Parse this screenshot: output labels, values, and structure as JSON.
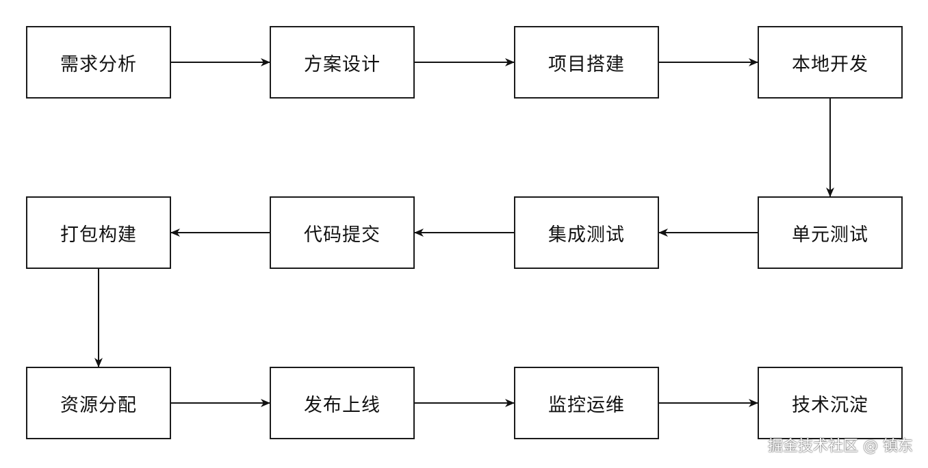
{
  "diagram": {
    "nodes": [
      {
        "id": "req",
        "label": "需求分析"
      },
      {
        "id": "design",
        "label": "方案设计"
      },
      {
        "id": "setup",
        "label": "项目搭建"
      },
      {
        "id": "devlocal",
        "label": "本地开发"
      },
      {
        "id": "unittest",
        "label": "单元测试"
      },
      {
        "id": "inttest",
        "label": "集成测试"
      },
      {
        "id": "commit",
        "label": "代码提交"
      },
      {
        "id": "build",
        "label": "打包构建"
      },
      {
        "id": "alloc",
        "label": "资源分配"
      },
      {
        "id": "release",
        "label": "发布上线"
      },
      {
        "id": "ops",
        "label": "监控运维"
      },
      {
        "id": "summary",
        "label": "技术沉淀"
      }
    ],
    "edges": [
      {
        "from": "req",
        "to": "design"
      },
      {
        "from": "design",
        "to": "setup"
      },
      {
        "from": "setup",
        "to": "devlocal"
      },
      {
        "from": "devlocal",
        "to": "unittest"
      },
      {
        "from": "unittest",
        "to": "inttest"
      },
      {
        "from": "inttest",
        "to": "commit"
      },
      {
        "from": "commit",
        "to": "build"
      },
      {
        "from": "build",
        "to": "alloc"
      },
      {
        "from": "alloc",
        "to": "release"
      },
      {
        "from": "release",
        "to": "ops"
      },
      {
        "from": "ops",
        "to": "summary"
      }
    ]
  },
  "watermark": "掘金技术社区 @ 镇东"
}
